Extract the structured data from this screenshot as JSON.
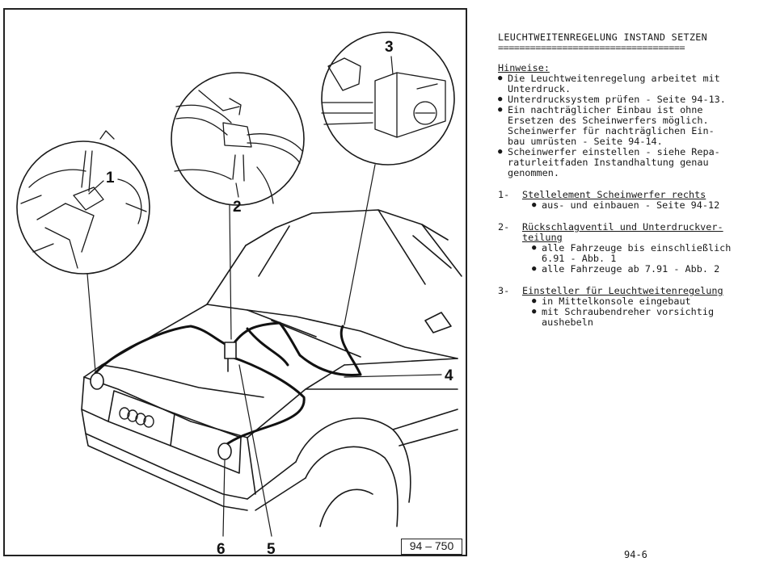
{
  "document": {
    "heading": "LEUCHTWEITENREGELUNG INSTAND SETZEN",
    "heading_rule": "===================================",
    "hinweise": {
      "title": "Hinweise:",
      "items": [
        [
          "Die Leuchtweitenregelung arbeitet mit",
          "Unterdruck."
        ],
        [
          "Unterdrucksystem prüfen - Seite 94-13."
        ],
        [
          "Ein nachträglicher Einbau ist ohne",
          "Ersetzen des Scheinwerfers möglich.",
          "Scheinwerfer für nachträglichen Ein-",
          "bau umrüsten - Seite 94-14."
        ],
        [
          "Scheinwerfer einstellen - siehe Repa-",
          "raturleitfaden Instandhaltung genau",
          "genommen."
        ]
      ]
    },
    "items": [
      {
        "num": "1-",
        "title_lines": [
          "Stellelement Scheinwerfer rechts"
        ],
        "subs": [
          [
            "aus- und einbauen - Seite 94-12"
          ]
        ]
      },
      {
        "num": "2-",
        "title_lines": [
          "Rückschlagventil und Unterdruckver-",
          "teilung"
        ],
        "subs": [
          [
            "alle Fahrzeuge bis einschließlich",
            "6.91 - Abb. 1"
          ],
          [
            "alle Fahrzeuge ab 7.91 - Abb. 2"
          ]
        ]
      },
      {
        "num": "3-",
        "title_lines": [
          "Einsteller für Leuchtweitenregelung"
        ],
        "subs": [
          [
            "in Mittelkonsole eingebaut"
          ],
          [
            "mit Schraubendreher vorsichtig",
            "aushebeln"
          ]
        ]
      }
    ],
    "page_number": "94-6"
  },
  "figure": {
    "id": "94 – 750",
    "callouts": [
      "1",
      "2",
      "3",
      "4",
      "5",
      "6"
    ]
  }
}
